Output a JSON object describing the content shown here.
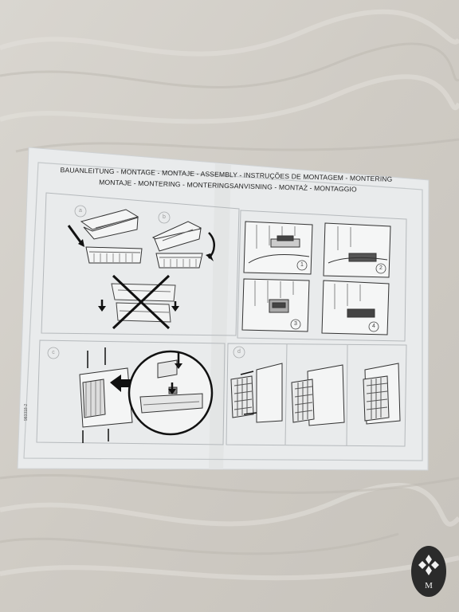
{
  "document": {
    "title_lines": [
      "BAUANLEITUNG - MONTAGE - MONTAJE - ASSEMBLY - INSTRUÇÕES DE MONTAGEM - MONTERING",
      "MONTAJE - MONTERING - MONTERINGSANVISNING - MONTAŻ - MONTAGGIO"
    ],
    "step_letters": [
      "a",
      "b",
      "c",
      "d"
    ],
    "step_numbers": [
      "1",
      "2",
      "3",
      "4"
    ],
    "side_code": "983318-2"
  },
  "colors": {
    "paper": "#e9ebec",
    "ink": "#2a2a2a",
    "frame": "#b8bcbf",
    "cloth": "#d6d2cc"
  },
  "watermark": {
    "icon": "diamond-leaf-logo-icon",
    "letter": "M"
  }
}
